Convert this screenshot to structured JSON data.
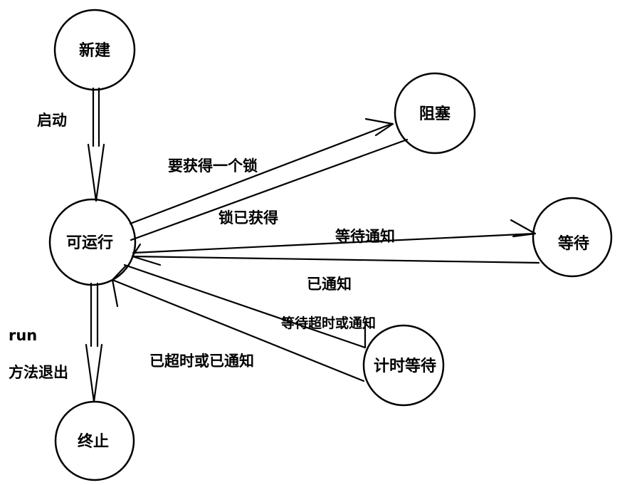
{
  "states": {
    "new": "新建",
    "runnable": "可运行",
    "blocked": "阻塞",
    "waiting": "等待",
    "timed_waiting": "计时等待",
    "terminated": "终止"
  },
  "transitions": {
    "start": "启动",
    "acquire_lock": "要获得一个锁",
    "lock_acquired": "锁已获得",
    "wait_notify": "等待通知",
    "notified": "已通知",
    "wait_timeout_or_notify": "等待超时或通知",
    "timed_out_or_notified": "已超时或已通知",
    "run_exit_line1": "run",
    "run_exit_line2": "方法退出"
  }
}
